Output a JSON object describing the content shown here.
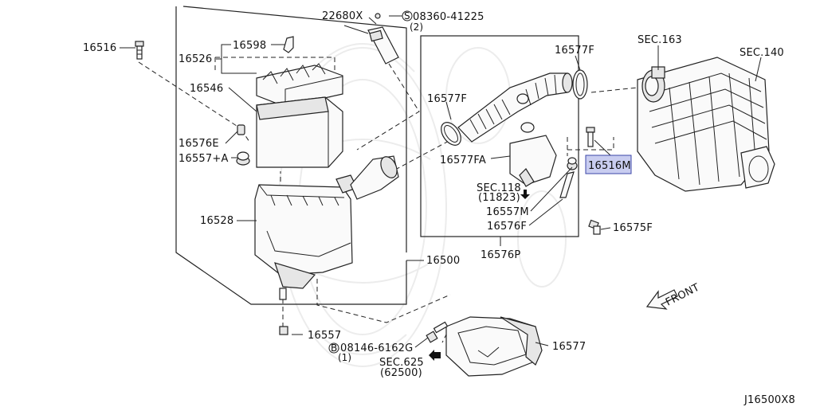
{
  "callouts": {
    "p22680x": "22680X",
    "p08360": "08360-41225",
    "p08360_circle": "S",
    "p08360_qty": "(2)",
    "p16516": "16516",
    "p16598": "16598",
    "p16526": "16526",
    "p16546": "16546",
    "p16576e": "16576E",
    "p16557a": "16557+A",
    "p16528": "16528",
    "p16500": "16500",
    "p16557": "16557",
    "p08146": "08146-6162G",
    "p08146_circle": "B",
    "p08146_qty": "(1)",
    "sec625": "SEC.625",
    "sec625_sub": "(62500)",
    "p16577": "16577",
    "p16577f_top": "16577F",
    "p16577f_left": "16577F",
    "p16577fa": "16577FA",
    "sec118": "SEC.118",
    "sec118_sub": "(11823)",
    "p16557m": "16557M",
    "p16576f": "16576F",
    "p16576p": "16576P",
    "p16516m": "16516M",
    "p16575f": "16575F",
    "sec163": "SEC.163",
    "sec140": "SEC.140",
    "front": "FRONT",
    "diagram_id": "J16500X8"
  },
  "colors": {
    "highlight_fill": "#c9cdf0",
    "highlight_stroke": "#3b46a8",
    "line": "#222222"
  },
  "icons": {
    "front_arrow": "front-direction-arrow-icon",
    "sec_arrows": "flow-arrow-icon",
    "screw": "screw-icon",
    "grommet": "grommet-icon"
  }
}
